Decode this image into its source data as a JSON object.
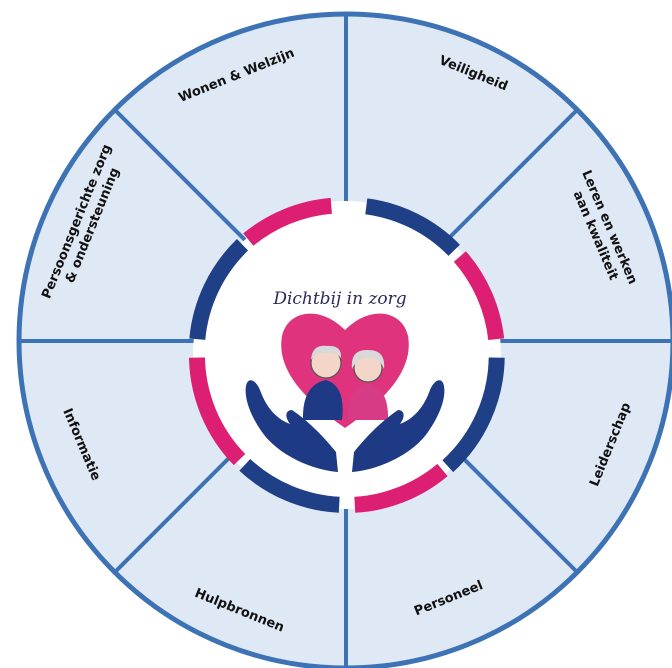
{
  "colors": {
    "segment_fill": "#dfe8f5",
    "segment_stroke": "#3d73b4",
    "ring_navy": "#1f3f86",
    "ring_pink": "#dc1f73",
    "heart_pink": "#e0337e",
    "hand_navy": "#1f3a85"
  },
  "center": {
    "logo_title": "Dichtbij in zorg",
    "icon": "heart-with-elderly-couple-in-hands-icon"
  },
  "segments": [
    {
      "label": "Veiligheid"
    },
    {
      "label": "Leren en werken aan kwaliteit"
    },
    {
      "label": "Leiderschap"
    },
    {
      "label": "Personeel"
    },
    {
      "label": "Hulpbronnen"
    },
    {
      "label": "Informatie"
    },
    {
      "label": "Persoonsgerichte zorg & ondersteuning"
    },
    {
      "label": "Wonen & Welzijn"
    }
  ]
}
